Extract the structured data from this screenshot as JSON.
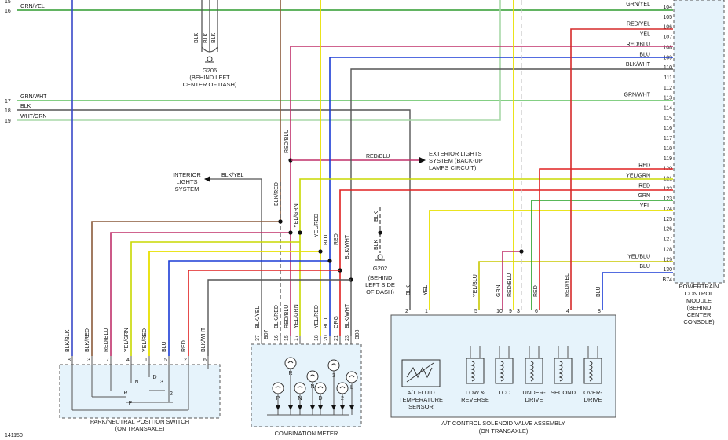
{
  "diagram": {
    "figure_id": "141150",
    "left_row_numbers": [
      "15",
      "16",
      "17",
      "18",
      "19"
    ],
    "pcm": {
      "label": "POWERTRAIN CONTROL MODULE (BEHIND CENTER CONSOLE)",
      "label_lines": [
        "POWERTRAIN",
        "CONTROL",
        "MODULE",
        "(BEHIND",
        "CENTER",
        "CONSOLE)"
      ],
      "pins": [
        {
          "pin": "104",
          "wire": "GRN/YEL",
          "color": "#2e9b2e"
        },
        {
          "pin": "105",
          "wire": "",
          "color": ""
        },
        {
          "pin": "106",
          "wire": "RED/YEL",
          "color": "#d62a2a"
        },
        {
          "pin": "107",
          "wire": "YEL",
          "color": "#e8e000"
        },
        {
          "pin": "108",
          "wire": "RED/BLU",
          "color": "#c0306a"
        },
        {
          "pin": "109",
          "wire": "BLU",
          "color": "#1a3bd6"
        },
        {
          "pin": "110",
          "wire": "BLK/WHT",
          "color": "#555555"
        },
        {
          "pin": "111",
          "wire": "",
          "color": ""
        },
        {
          "pin": "112",
          "wire": "",
          "color": ""
        },
        {
          "pin": "113",
          "wire": "GRN/WHT",
          "color": "#5bbf5b"
        },
        {
          "pin": "114",
          "wire": "",
          "color": ""
        },
        {
          "pin": "115",
          "wire": "",
          "color": ""
        },
        {
          "pin": "116",
          "wire": "",
          "color": ""
        },
        {
          "pin": "117",
          "wire": "",
          "color": ""
        },
        {
          "pin": "118",
          "wire": "",
          "color": ""
        },
        {
          "pin": "119",
          "wire": "",
          "color": ""
        },
        {
          "pin": "120",
          "wire": "RED",
          "color": "#e02020"
        },
        {
          "pin": "121",
          "wire": "YEL/GRN",
          "color": "#c8d800"
        },
        {
          "pin": "122",
          "wire": "RED",
          "color": "#e02020"
        },
        {
          "pin": "123",
          "wire": "GRN",
          "color": "#22a022"
        },
        {
          "pin": "124",
          "wire": "YEL",
          "color": "#e8e000"
        },
        {
          "pin": "125",
          "wire": "",
          "color": ""
        },
        {
          "pin": "126",
          "wire": "",
          "color": ""
        },
        {
          "pin": "127",
          "wire": "",
          "color": ""
        },
        {
          "pin": "128",
          "wire": "",
          "color": ""
        },
        {
          "pin": "129",
          "wire": "YEL/BLU",
          "color": "#c8c800"
        },
        {
          "pin": "130",
          "wire": "BLU",
          "color": "#1a3bd6"
        },
        {
          "pin": "B74",
          "wire": "",
          "color": ""
        }
      ]
    },
    "left_wires": [
      {
        "row": "16",
        "wire": "GRN/YEL"
      },
      {
        "row": "17",
        "wire": "GRN/WHT"
      },
      {
        "row": "18",
        "wire": "BLK"
      },
      {
        "row": "19",
        "wire": "WHT/GRN"
      }
    ],
    "ground_g206": {
      "id": "G206",
      "lines": [
        "(BEHIND LEFT",
        "CENTER OF DASH)"
      ],
      "wires": [
        "BLK",
        "BLK",
        "BLK"
      ]
    },
    "ground_g202": {
      "id": "G202",
      "lines": [
        "(BEHIND",
        "LEFT SIDE",
        "OF DASH)"
      ],
      "wires": [
        "BLK",
        "BLK"
      ]
    },
    "exterior_lights": {
      "wire": "RED/BLU",
      "lines": [
        "EXTERIOR LIGHTS",
        "SYSTEM (BACK-UP",
        "LAMPS CIRCUIT)"
      ]
    },
    "interior_lights": {
      "wire": "BLK/YEL",
      "lines": [
        "INTERIOR",
        "LIGHTS",
        "SYSTEM"
      ]
    },
    "vertical_wire_labels": {
      "red_blu": "RED/BLU",
      "blk_red": "BLK/RED",
      "yel_grn": "YEL/GRN",
      "yel_red": "YEL/RED",
      "blu": "BLU",
      "red": "RED",
      "blk_wht": "BLK/WHT",
      "blk": "BLK",
      "yel": "YEL"
    },
    "park_neutral_switch": {
      "label": "PARK/NEUTRAL POSITION SWITCH",
      "sublabel": "(ON TRANSAXLE)",
      "pins": [
        {
          "pin": "8",
          "wire": "BLK/BLK"
        },
        {
          "pin": "3",
          "wire": "BLK/RED"
        },
        {
          "pin": "7",
          "wire": "RED/BLU"
        },
        {
          "pin": "4",
          "wire": "YEL/GRN"
        },
        {
          "pin": "1",
          "wire": "YEL/RED"
        },
        {
          "pin": "5",
          "wire": "BLU"
        },
        {
          "pin": "2",
          "wire": "RED"
        },
        {
          "pin": "6",
          "wire": "BLK/WHT"
        }
      ],
      "contacts": [
        "N",
        "D",
        "R",
        "P",
        "3",
        "2"
      ]
    },
    "combination_meter": {
      "label": "COMBINATION METER",
      "connectors": [
        "B07",
        "B08"
      ],
      "pins": [
        {
          "pin": "37",
          "wire": "BLK/YEL"
        },
        {
          "pin": "16",
          "wire": "BLK/RED"
        },
        {
          "pin": "15",
          "wire": "RED/BLU"
        },
        {
          "pin": "17",
          "wire": "YEL/GRN"
        },
        {
          "pin": "18",
          "wire": "YEL/RED"
        },
        {
          "pin": "20",
          "wire": "BLU"
        },
        {
          "pin": "21",
          "wire": "ORG"
        },
        {
          "pin": "23",
          "wire": "BLK/WHT"
        }
      ],
      "lamps": [
        "R",
        "N",
        "3",
        "L",
        "P",
        "N",
        "D",
        "2"
      ]
    },
    "solenoid_assembly": {
      "label": "A/T CONTROL SOLENOID VALVE ASSEMBLY",
      "sublabel": "(ON TRANSAXLE)",
      "top_pins": [
        {
          "pin": "2",
          "wire": "BLK"
        },
        {
          "pin": "1",
          "wire": "YEL"
        },
        {
          "pin": "5",
          "wire": "YEL/BLU"
        },
        {
          "pin": "10",
          "wire": "GRN"
        },
        {
          "pin": "9",
          "wire": "RED/BLU"
        },
        {
          "pin": "3",
          "wire": "YEL"
        },
        {
          "pin": "6",
          "wire": "RED"
        },
        {
          "pin": "4",
          "wire": "RED/YEL"
        },
        {
          "pin": "8",
          "wire": "BLU"
        }
      ],
      "sensor_label": [
        "A/T FLUID",
        "TEMPERATURE",
        "SENSOR"
      ],
      "solenoids": [
        {
          "name": [
            "LOW &",
            "REVERSE"
          ]
        },
        {
          "name": [
            "TCC"
          ]
        },
        {
          "name": [
            "UNDER-",
            "DRIVE"
          ]
        },
        {
          "name": [
            "SECOND"
          ]
        },
        {
          "name": [
            "OVER-",
            "DRIVE"
          ]
        }
      ]
    }
  }
}
